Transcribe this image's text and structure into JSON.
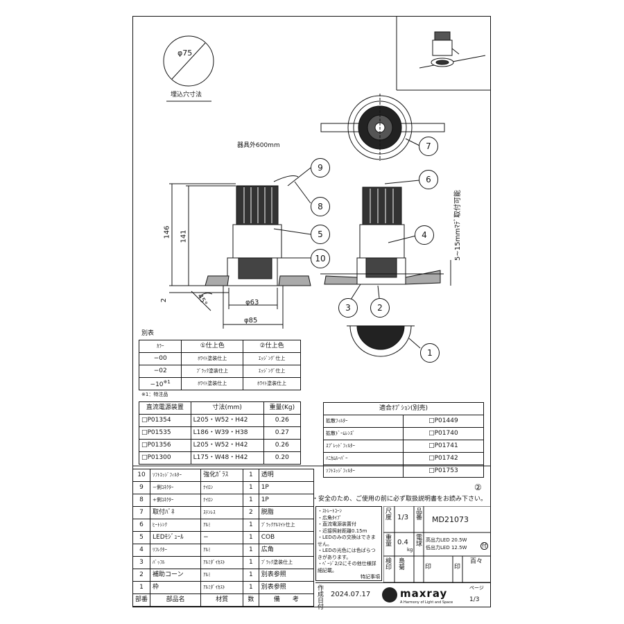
{
  "cutout": {
    "diameter": "φ75",
    "label": "埋込穴寸法"
  },
  "dims": {
    "cable_length": "器具外600mm",
    "h146": "146",
    "h141": "141",
    "h2": "2",
    "angle": "45°",
    "d63": "φ63",
    "d85": "φ85",
    "ceiling_range": "5~15mmﾏﾃﾞ取付可能"
  },
  "callouts": [
    "1",
    "2",
    "3",
    "4",
    "5",
    "6",
    "7",
    "8",
    "9",
    "10"
  ],
  "color_table": {
    "title": "別表",
    "headers": [
      "ｶﾗｰ",
      "①仕上色",
      "②仕上色"
    ],
    "rows": [
      [
        "−00",
        "ﾎﾜｲﾄ塗装仕上",
        "ｴｯｼﾞﾝｸﾞ仕上"
      ],
      [
        "−02",
        "ﾌﾞﾗｯｸ塗装仕上",
        "ｴｯｼﾞﾝｸﾞ仕上"
      ],
      [
        "−10",
        "ﾎﾜｲﾄ塗装仕上",
        "ﾎﾜｲﾄ塗装仕上"
      ]
    ],
    "row3_mark": "※1",
    "note": "※1：特注品"
  },
  "power_table": {
    "headers": [
      "直流電源装置",
      "寸法(mm)",
      "重量(Kg)"
    ],
    "rows": [
      [
        "□P01354",
        "L205・W52・H42",
        "0.26"
      ],
      [
        "□P01535",
        "L186・W39・H38",
        "0.27"
      ],
      [
        "□P01356",
        "L205・W52・H42",
        "0.26"
      ],
      [
        "□P01300",
        "L175・W48・H42",
        "0.20"
      ]
    ]
  },
  "options_table": {
    "title": "適合ｵﾌﾟｼｮﾝ(別売)",
    "rows": [
      [
        "拡散ﾌｨﾙﾀｰ",
        "□P01449"
      ],
      [
        "拡散ﾄﾞｰﾑﾚﾝｽﾞ",
        "□P01740"
      ],
      [
        "ｽﾌﾟﾚｯﾄﾞﾌｨﾙﾀｰ",
        "□P01741"
      ],
      [
        "ﾊﾆｶﾑﾙｰﾊﾞｰ",
        "□P01742"
      ],
      [
        "ｿﾌﾄｴｯｼﾞﾌｨﾙﾀｰ",
        "□P01753"
      ]
    ]
  },
  "page_marker": "②",
  "parts": [
    [
      "10",
      "ｿﾌﾄｴｯｼﾞﾌｨﾙﾀｰ",
      "強化ｶﾞﾗｽ",
      "1",
      "透明"
    ],
    [
      "9",
      "−側ｺﾈｸﾀｰ",
      "ﾅｲﾛﾝ",
      "1",
      "1P"
    ],
    [
      "8",
      "+側ｺﾈｸﾀｰ",
      "ﾅｲﾛﾝ",
      "1",
      "1P"
    ],
    [
      "7",
      "取付ﾊﾞﾈ",
      "ｽﾃﾝﾚｽ",
      "2",
      "脱脂"
    ],
    [
      "6",
      "ﾋｰﾄｼﾝｸ",
      "ｱﾙﾐ",
      "1",
      "ﾌﾞﾗｯｸｱﾙﾏｲﾄ仕上"
    ],
    [
      "5",
      "LEDﾓｼﾞｭｰﾙ",
      "−",
      "1",
      "COB"
    ],
    [
      "4",
      "ﾘﾌﾚｸﾀｰ",
      "ｱﾙﾐ",
      "1",
      "広角"
    ],
    [
      "3",
      "ﾊﾞｯﾌﾙ",
      "ｱﾙﾐﾀﾞｲｶｽﾄ",
      "1",
      "ﾌﾞﾗｯｸ塗装仕上"
    ],
    [
      "2",
      "補助コーン",
      "ｱﾙﾐ",
      "1",
      "別表参照"
    ],
    [
      "1",
      "枠",
      "ｱﾙﾐﾀﾞｲｶｽﾄ",
      "1",
      "別表参照"
    ]
  ],
  "parts_footer": [
    "部番",
    "部品名",
    "材質",
    "数",
    "備　　考"
  ],
  "safety": "・安全のため、ご使用の前に必ず取扱説明書をお読み下さい。",
  "notes": [
    "・ｽﾄﾚｰﾄｺｰﾝ",
    "・広角ﾀｲﾌﾟ",
    "・直流電源装置付",
    "・近接照射距離0.15m",
    "・LEDのみの交換はできません。",
    "・LEDの光色には色ばらつきがあります。",
    "・ﾍﾟｰｼﾞ2/2にその他仕様詳細記載。"
  ],
  "notes_title": "特記事項",
  "title_block": {
    "scale_label": "尺度",
    "scale_value": "1/3",
    "part_label": "品番",
    "part_value": "MD21073",
    "weight_label": "重量",
    "weight_value": "0.4",
    "weight_unit": "kg",
    "lamp_label": "電球",
    "lamp_high": "高出力LED 20.5W",
    "lamp_low": "低出力LED 12.5W",
    "lamp_mark": "付",
    "check_label": "検印",
    "checker": "島菊",
    "stamp1": "印",
    "stamp2": "印",
    "page_count": "百々",
    "date_label": "作成日付",
    "date": "2024.07.17",
    "brand": "maxray",
    "tagline": "A Harmony of Light and Space",
    "page_label": "ページ",
    "page": "1/3"
  }
}
